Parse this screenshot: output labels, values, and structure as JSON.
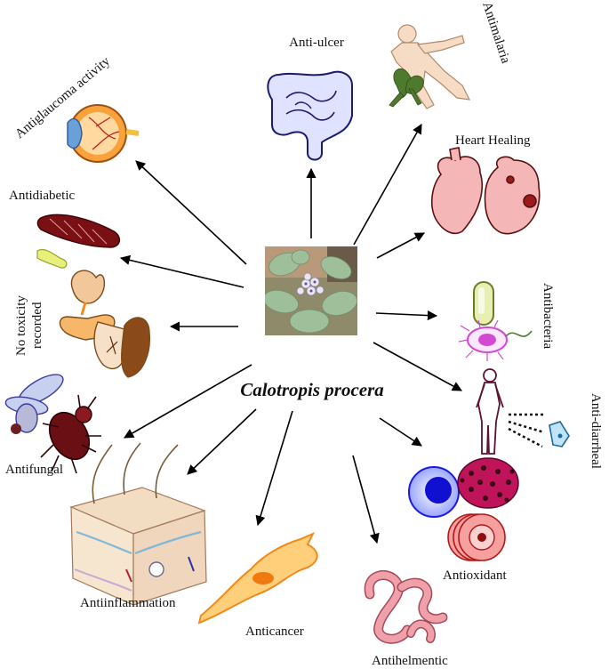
{
  "center": {
    "title": "Calotropis procera"
  },
  "activities": [
    {
      "id": "antiulcer",
      "label": "Anti-ulcer",
      "icon": "intestine-icon"
    },
    {
      "id": "antimalaria",
      "label": "Antimalaria",
      "icon": "human-figure-icon"
    },
    {
      "id": "heart",
      "label": "Heart Healing",
      "icon": "heart-icon"
    },
    {
      "id": "antibacteria",
      "label": "Antibacteria",
      "icon": "bacteria-icon"
    },
    {
      "id": "antidiarrheal",
      "label": "Anti-diarrheal",
      "icon": "body-silhouette-icon"
    },
    {
      "id": "antioxidant",
      "label": "Antioxidant",
      "icon": "cells-icon"
    },
    {
      "id": "antihelmentic",
      "label": "Antihelmentic",
      "icon": "worm-icon"
    },
    {
      "id": "anticancer",
      "label": "Anticancer",
      "icon": "cancer-cell-icon"
    },
    {
      "id": "antiinflammation",
      "label": "Antiinflammation",
      "icon": "skin-section-icon"
    },
    {
      "id": "antifungal",
      "label": "Antifungal",
      "icon": "fly-icon"
    },
    {
      "id": "notoxicity",
      "label": "No toxicity recorded",
      "line1": "No toxicity",
      "line2": "recorded",
      "icon": "organs-icon"
    },
    {
      "id": "antidiabetic",
      "label": "Antidiabetic",
      "icon": "muscle-icon"
    },
    {
      "id": "antiglaucoma",
      "label": "Antiglaucoma activity",
      "icon": "eye-icon"
    }
  ]
}
